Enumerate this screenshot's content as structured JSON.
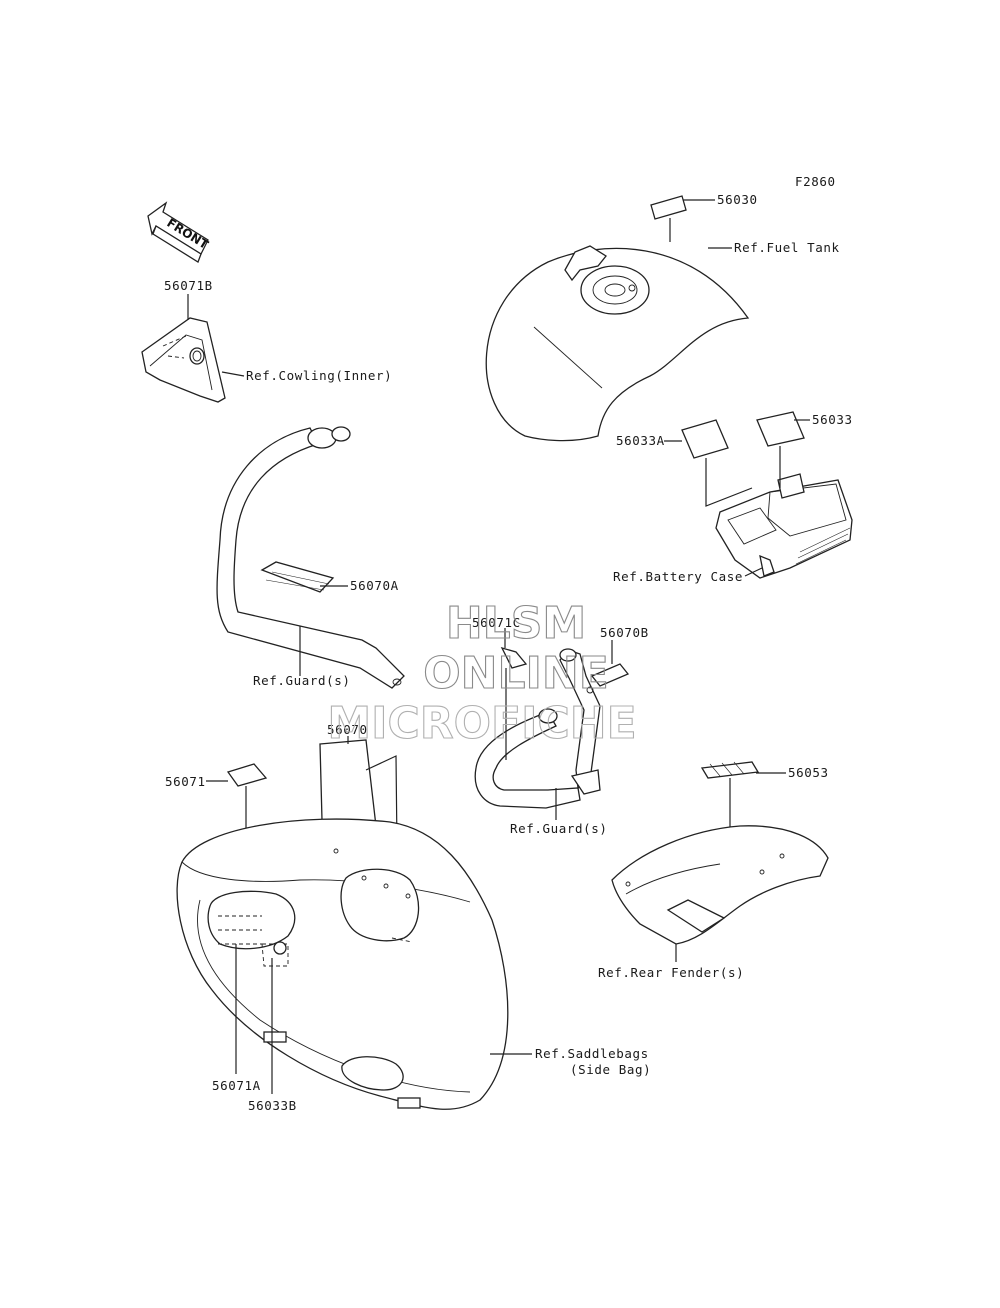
{
  "figure_id": "F2860",
  "front_indicator": "FRONT",
  "watermark": {
    "line1": "HLSM",
    "line2": "ONLINE",
    "line3": "MICROFICHE",
    "color": "#8a8a8a"
  },
  "parts": {
    "p56030": "56030",
    "p56071B": "56071B",
    "p56033": "56033",
    "p56033A": "56033A",
    "p56070A": "56070A",
    "p56071C": "56071C",
    "p56070B": "56070B",
    "p56070": "56070",
    "p56071": "56071",
    "p56053": "56053",
    "p56071A": "56071A",
    "p56033B": "56033B"
  },
  "references": {
    "fuel_tank": "Ref.Fuel Tank",
    "cowling_inner": "Ref.Cowling(Inner)",
    "battery_case": "Ref.Battery Case",
    "guard_left": "Ref.Guard(s)",
    "guard_right": "Ref.Guard(s)",
    "rear_fender": "Ref.Rear Fender(s)",
    "saddlebags_line1": "Ref.Saddlebags",
    "saddlebags_line2": "(Side Bag)"
  }
}
